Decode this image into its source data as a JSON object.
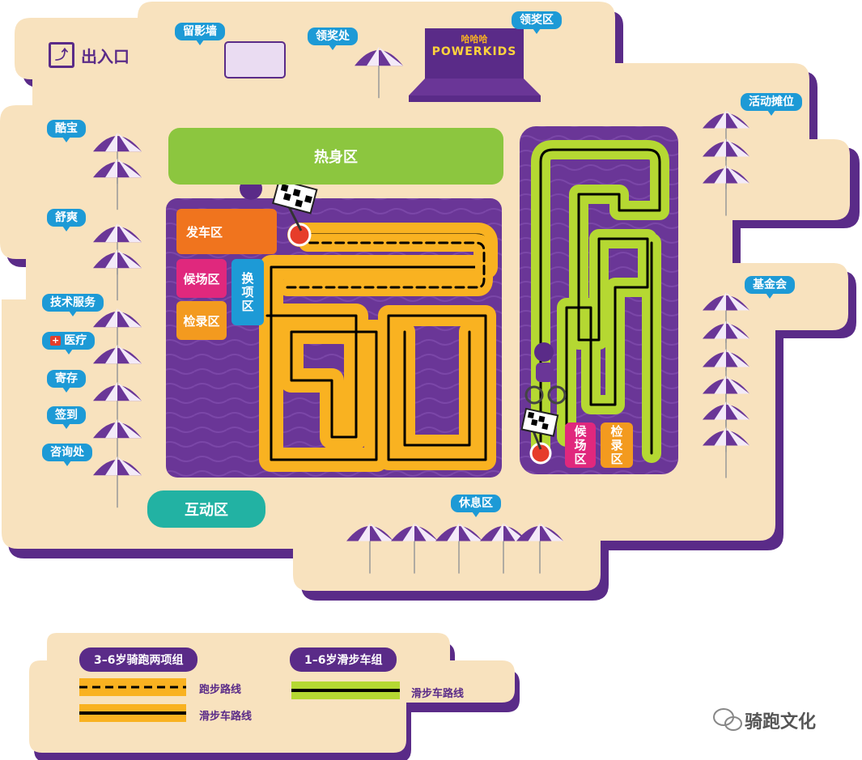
{
  "entrance": {
    "label": "出入口"
  },
  "top_labels": {
    "photo_wall": "留影墙",
    "prize_booth": "领奖处",
    "award_area": "领奖区",
    "activity_booth": "活动摊位",
    "foundation": "基金会",
    "rest_area": "休息区"
  },
  "left_booths": [
    "酷宝",
    "舒爽",
    "技术服务",
    "医疗",
    "寄存",
    "签到",
    "咨询处"
  ],
  "stage": {
    "logo_line1": "哈哈哈",
    "logo_line2": "POWERKIDS"
  },
  "zones": {
    "warmup": "热身区",
    "start": "发车区",
    "waiting_left": "候场区",
    "checkin_left": "检录区",
    "transition": "换项区",
    "waiting_right": "候场区",
    "checkin_right": "检录区",
    "interactive": "互动区"
  },
  "legend": {
    "group_a": "3–6岁骑跑两项组",
    "group_b": "1–6岁滑步车组",
    "run_route": "跑步路线",
    "bike_route_a": "滑步车路线",
    "bike_route_b": "滑步车路线"
  },
  "watermark": "骑跑文化",
  "colors": {
    "background_panel": "#f8e2be",
    "panel_shadow": "#5a2b88",
    "track_purple": "#6a3697",
    "orange_track": "#f9b221",
    "green_track": "#b5d832",
    "tag_blue": "#1d9ad6",
    "warmup_green": "#8cc63f",
    "start_orange": "#f0741e",
    "waiting_magenta": "#e0287d",
    "checkin_orange": "#f39a1f",
    "interactive_teal": "#22b2a3"
  }
}
